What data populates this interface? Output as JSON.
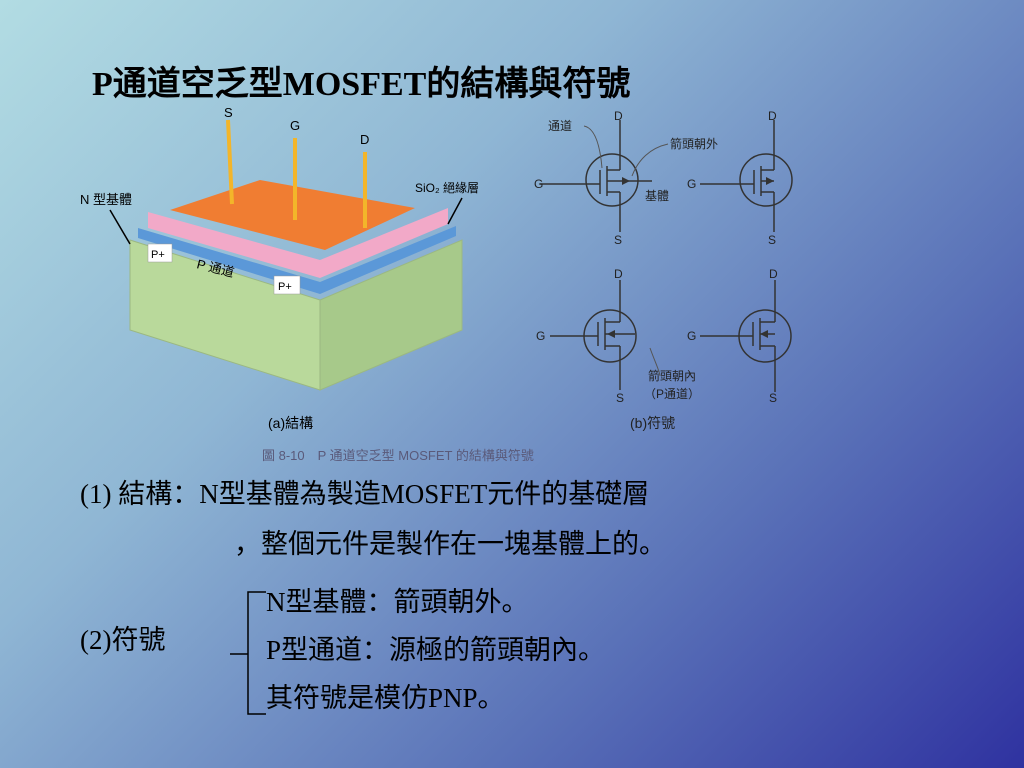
{
  "slide": {
    "title": "P通道空乏型MOSFET的結構與符號"
  },
  "figure": {
    "structure": {
      "terminal_s": "S",
      "terminal_g": "G",
      "terminal_d": "D",
      "n_substrate_label": "N 型基體",
      "sio2_label": "SiO₂ 絕緣層",
      "p_plus_left": "P+",
      "p_plus_right": "P+",
      "p_channel_label": "P 通道",
      "caption": "(a)結構"
    },
    "symbols": {
      "d": "D",
      "s": "S",
      "g": "G",
      "channel_label": "通道",
      "arrow_out_label": "箭頭朝外",
      "substrate_label": "基體",
      "arrow_in_label": "箭頭朝內",
      "p_channel_paren": "（P通道）",
      "caption": "(b)符號"
    },
    "figure_caption": "圖 8-10　P 通道空乏型 MOSFET 的結構與符號"
  },
  "body": {
    "structure_line1": "(1) 結構：N型基體為製造MOSFET元件的基礎層",
    "structure_line2": "，整個元件是製作在一塊基體上的。",
    "symbol_label": "(2)符號",
    "bullet1": "N型基體：箭頭朝外。",
    "bullet2": "P型通道：源極的箭頭朝內。",
    "bullet3": "其符號是模仿PNP。"
  }
}
